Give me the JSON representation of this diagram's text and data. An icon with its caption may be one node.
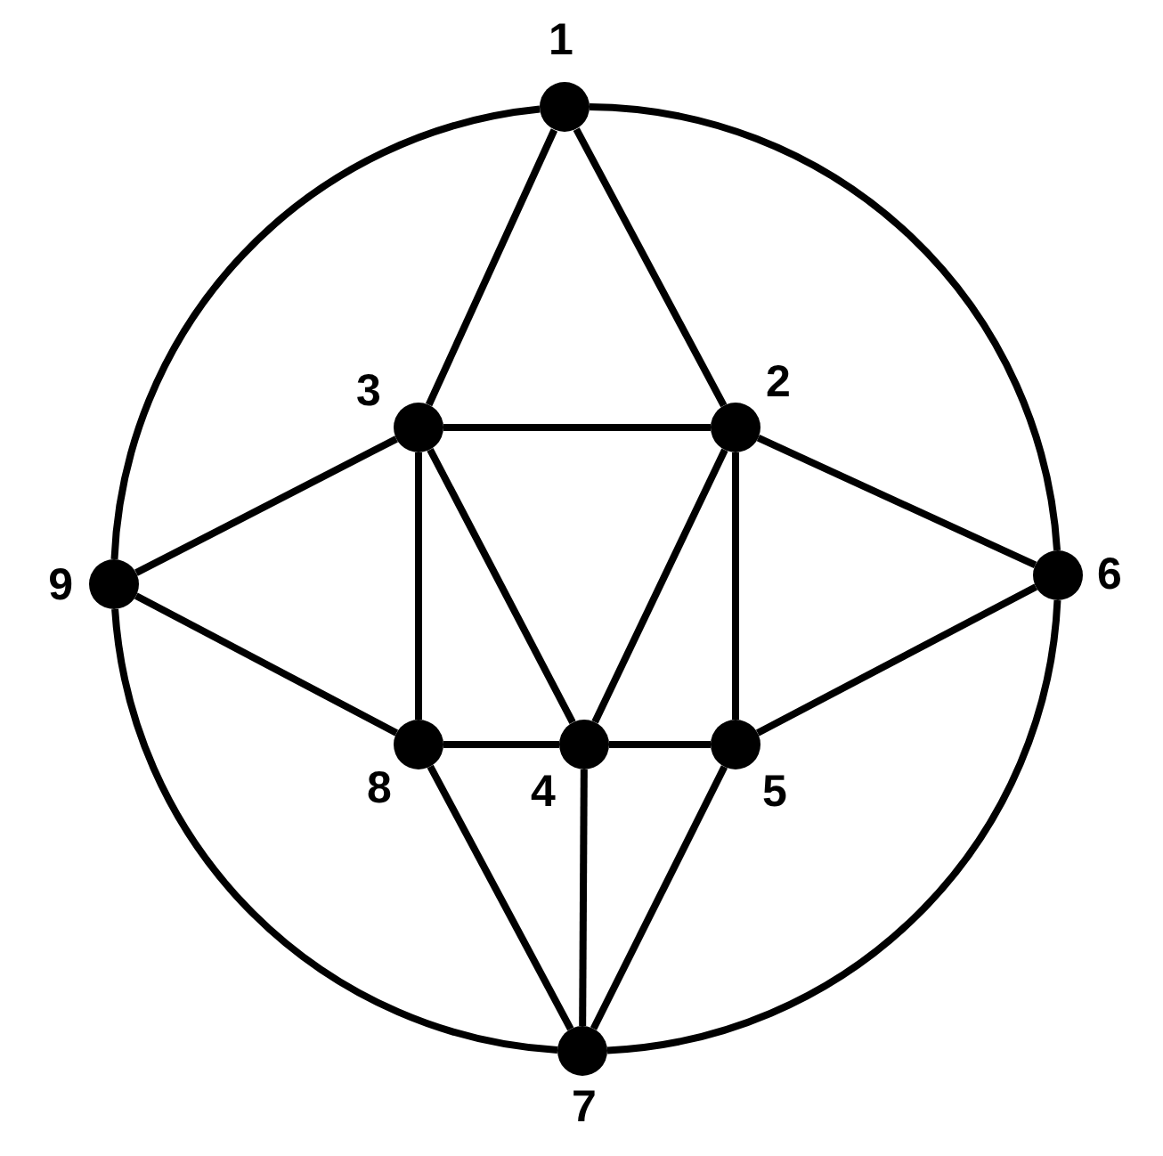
{
  "diagram": {
    "nodes": [
      {
        "text": [],
        "shape": "circle",
        "beside": [
          "1"
        ]
      },
      {
        "text": [],
        "shape": "circle",
        "beside": [
          "2"
        ]
      },
      {
        "text": [],
        "shape": "circle",
        "beside": [
          "3"
        ]
      },
      {
        "text": [],
        "shape": "circle",
        "beside": [
          "4"
        ]
      },
      {
        "text": [],
        "shape": "circle",
        "beside": [
          "5"
        ]
      },
      {
        "text": [],
        "shape": "circle",
        "beside": [
          "6"
        ]
      },
      {
        "text": [],
        "shape": "circle",
        "beside": [
          "7"
        ]
      },
      {
        "text": [],
        "shape": "circle",
        "beside": [
          "8"
        ]
      },
      {
        "text": [],
        "shape": "circle",
        "beside": [
          "9"
        ]
      }
    ],
    "edges": [
      {
        "from": 0,
        "to": 2,
        "arrow": "none"
      },
      {
        "from": 0,
        "to": 1,
        "arrow": "none"
      },
      {
        "from": 2,
        "to": 1,
        "arrow": "none"
      },
      {
        "from": 2,
        "to": 8,
        "arrow": "none"
      },
      {
        "from": 8,
        "to": 7,
        "arrow": "none"
      },
      {
        "from": 1,
        "to": 5,
        "arrow": "none"
      },
      {
        "from": 5,
        "to": 4,
        "arrow": "none"
      },
      {
        "from": 2,
        "to": 7,
        "arrow": "none"
      },
      {
        "from": 1,
        "to": 4,
        "arrow": "none"
      },
      {
        "from": 2,
        "to": 3,
        "arrow": "none"
      },
      {
        "from": 1,
        "to": 3,
        "arrow": "none"
      },
      {
        "from": 7,
        "to": 3,
        "arrow": "none"
      },
      {
        "from": 3,
        "to": 4,
        "arrow": "none"
      },
      {
        "from": 7,
        "to": 6,
        "arrow": "none"
      },
      {
        "from": 3,
        "to": 6,
        "arrow": "none"
      },
      {
        "from": 4,
        "to": 6,
        "arrow": "none"
      },
      {
        "from": 0,
        "to": 5,
        "arrow": "none"
      },
      {
        "from": 5,
        "to": 6,
        "arrow": "none"
      },
      {
        "from": 6,
        "to": 8,
        "arrow": "none"
      },
      {
        "from": 8,
        "to": 0,
        "arrow": "none"
      }
    ]
  }
}
